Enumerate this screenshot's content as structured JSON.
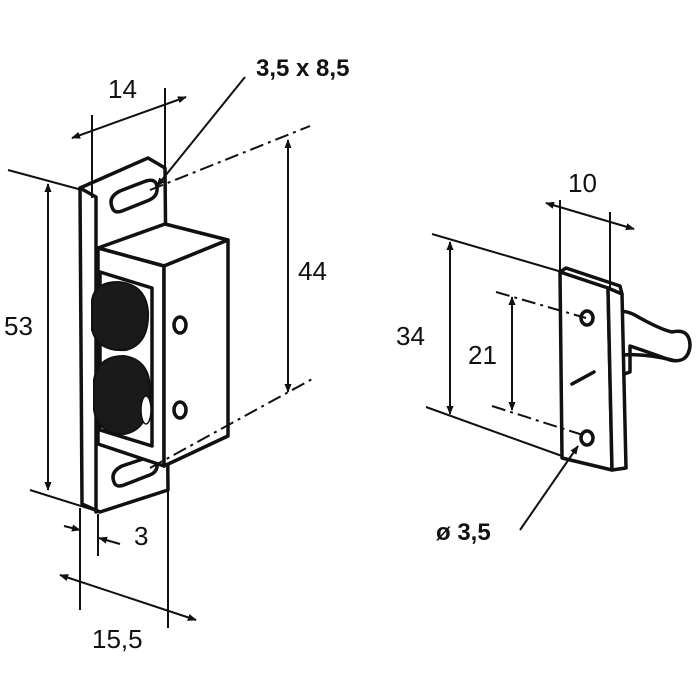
{
  "diagram": {
    "labels": {
      "catch_width": "14",
      "slot_size": "3,5 x 8,5",
      "catch_height": "53",
      "hole_spacing": "44",
      "plate_thickness": "3",
      "catch_depth": "15,5",
      "strike_width": "10",
      "strike_height": "34",
      "strike_hole_spacing": "21",
      "hole_diameter": "ø 3,5"
    },
    "colors": {
      "line": "#111111",
      "background": "#ffffff"
    }
  }
}
